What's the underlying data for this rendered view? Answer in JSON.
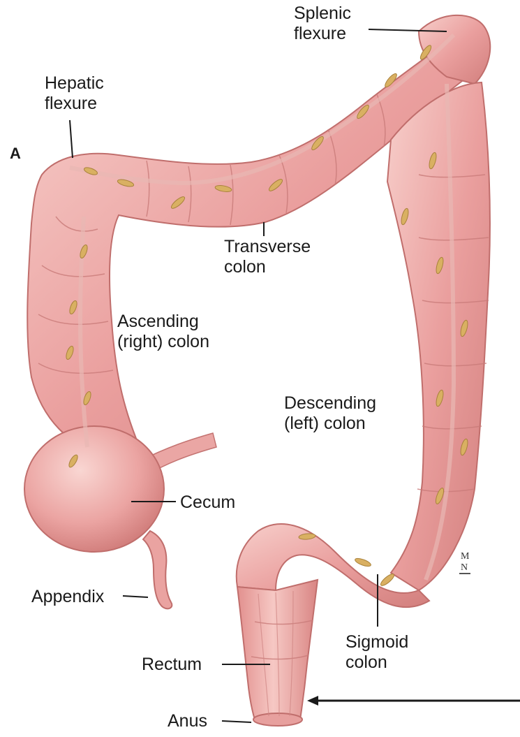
{
  "figure_letter": "A",
  "labels": {
    "splenic_flexure": [
      "Splenic",
      "flexure"
    ],
    "hepatic_flexure": [
      "Hepatic",
      "flexure"
    ],
    "transverse_colon": [
      "Transverse",
      "colon"
    ],
    "ascending_colon": [
      "Ascending",
      "(right) colon"
    ],
    "descending_colon": [
      "Descending",
      "(left) colon"
    ],
    "cecum": "Cecum",
    "appendix": "Appendix",
    "sigmoid_colon": [
      "Sigmoid",
      "colon"
    ],
    "rectum": "Rectum",
    "anus": "Anus"
  },
  "colors": {
    "colon_fill": "#e9a0a0",
    "colon_highlight": "#f6c9c6",
    "colon_shadow": "#c9706f",
    "fat_tags": "#d9b062",
    "leader_line": "#1a1a1a"
  }
}
